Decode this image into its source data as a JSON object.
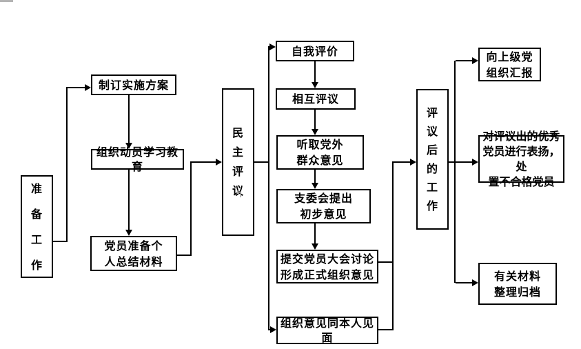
{
  "page": {
    "background": "#ffffff",
    "line_color": "#000000",
    "box_border_color": "#000000",
    "artifact_bar_color": "#b3b3b3",
    "cursor_mark_glyph": "↰",
    "cursor_mark_color": "#a6a6a6"
  },
  "nodes": {
    "prepare_work": {
      "text": "准\n备\n工\n作"
    },
    "make_plan": {
      "text": "制订实施方案"
    },
    "mobilize_education": {
      "text": "组织动员学习教育"
    },
    "member_summary": {
      "text": "党员准备个\n人总结材料"
    },
    "democratic_review": {
      "text": "民\n主\n评\n议"
    },
    "self_evaluation": {
      "text": "自我评价"
    },
    "mutual_review": {
      "text": "相互评议"
    },
    "outside_opinions": {
      "text": "听取党外\n群众意见"
    },
    "committee_preliminary": {
      "text": "支委会提出\n初步意见"
    },
    "submit_meeting": {
      "text": "提交党员大会讨论\n形成正式组织意见"
    },
    "opinion_meet_person": {
      "text": "组织意见同本人见面"
    },
    "after_review_work": {
      "text": "评\n议\n后\n的\n工\n作"
    },
    "report_superior": {
      "text": "向上级党\n组织汇报"
    },
    "praise_dispose": {
      "text": "对评议出的优秀\n党员进行表扬，处\n置不合格党员"
    },
    "archive_materials": {
      "text": "有关材料\n整理归档"
    }
  }
}
